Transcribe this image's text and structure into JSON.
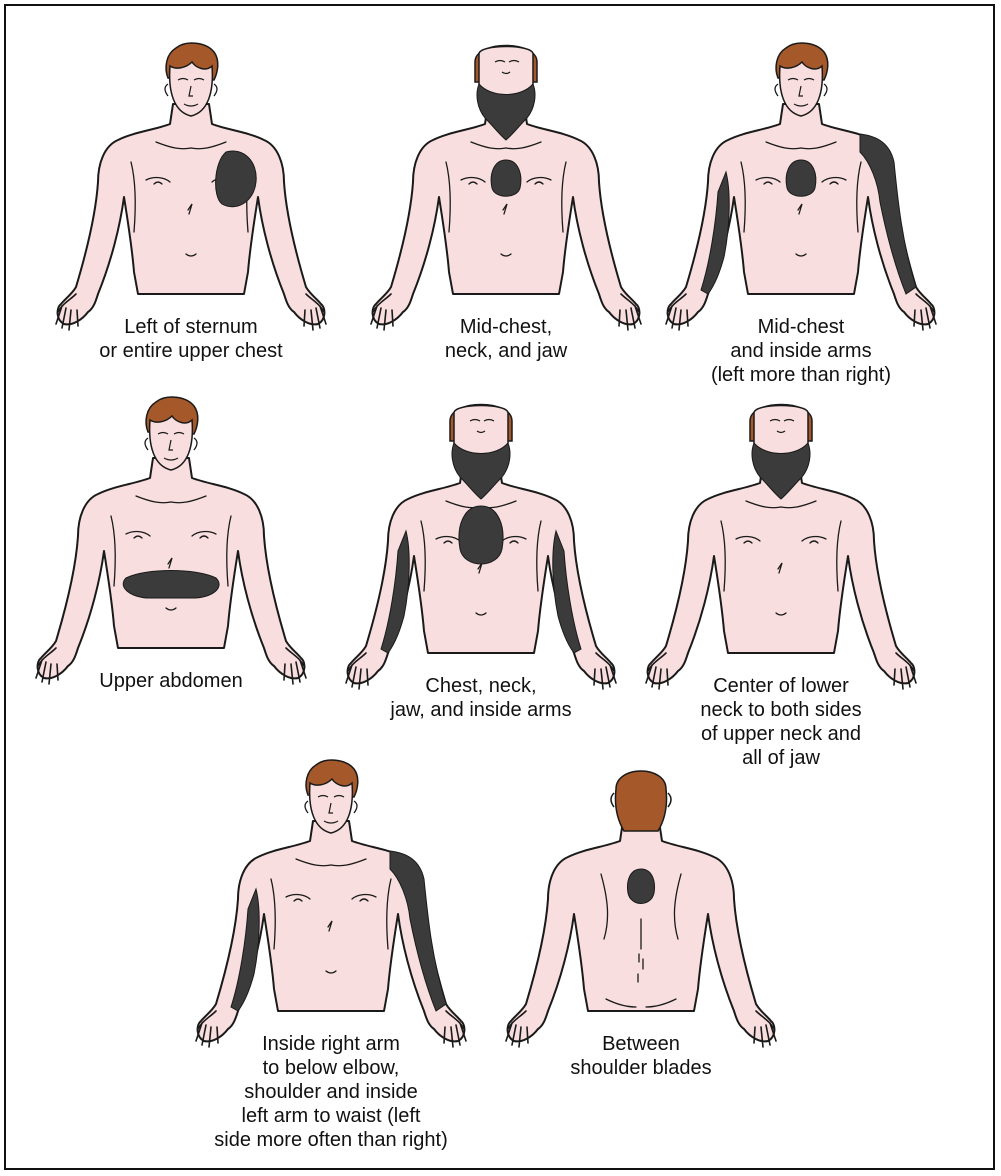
{
  "colors": {
    "skin": "#f8dede",
    "outline": "#1a1a1a",
    "hair": "#a5582a",
    "pain_area": "#3b3b3b"
  },
  "figures": [
    {
      "id": "fig1",
      "caption_lines": [
        "Left of sternum",
        "or entire upper chest"
      ],
      "view": "front",
      "hair": "full",
      "highlighted_regions": [
        "left-chest"
      ]
    },
    {
      "id": "fig2",
      "caption_lines": [
        "Mid-chest,",
        "neck, and jaw"
      ],
      "view": "front-head-tilted",
      "hair": "back",
      "highlighted_regions": [
        "mid-chest",
        "neck-jaw"
      ]
    },
    {
      "id": "fig3",
      "caption_lines": [
        "Mid-chest",
        "and inside arms",
        "(left more than right)"
      ],
      "view": "front",
      "hair": "full",
      "highlighted_regions": [
        "mid-chest",
        "inside-right-arm",
        "shoulder-inside-left-arm"
      ]
    },
    {
      "id": "fig4",
      "caption_lines": [
        "Upper abdomen"
      ],
      "view": "front",
      "hair": "full",
      "highlighted_regions": [
        "upper-abdomen"
      ]
    },
    {
      "id": "fig5",
      "caption_lines": [
        "Chest, neck,",
        "jaw, and inside arms"
      ],
      "view": "front-head-tilted",
      "hair": "back",
      "highlighted_regions": [
        "chest",
        "neck-jaw",
        "inside-right-arm",
        "inside-left-arm"
      ]
    },
    {
      "id": "fig6",
      "caption_lines": [
        "Center of lower",
        "neck to both sides",
        "of upper neck and",
        "all of jaw"
      ],
      "view": "front-head-tilted",
      "hair": "back",
      "highlighted_regions": [
        "neck-jaw"
      ]
    },
    {
      "id": "fig7",
      "caption_lines": [
        "Inside right arm",
        "to below elbow,",
        "shoulder and inside",
        "left arm to waist (left",
        "side more often than right)"
      ],
      "view": "front",
      "hair": "full",
      "highlighted_regions": [
        "inside-right-arm",
        "shoulder-inside-left-arm-to-waist"
      ]
    },
    {
      "id": "fig8",
      "caption_lines": [
        "Between",
        "shoulder blades"
      ],
      "view": "back",
      "hair": "back-of-head",
      "highlighted_regions": [
        "between-shoulder-blades"
      ]
    }
  ]
}
